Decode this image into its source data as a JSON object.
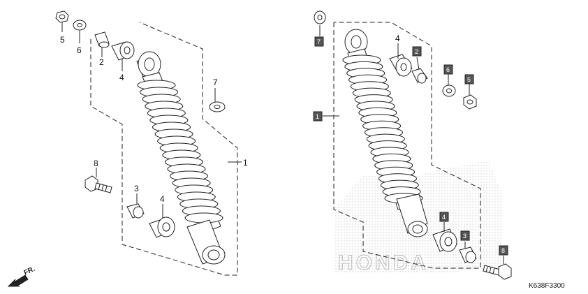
{
  "diagram": {
    "left_group": {
      "callouts": [
        {
          "id": "5",
          "text": "5"
        },
        {
          "id": "6",
          "text": "6"
        },
        {
          "id": "2",
          "text": "2"
        },
        {
          "id": "4a",
          "text": "4"
        },
        {
          "id": "7",
          "text": "7"
        },
        {
          "id": "1",
          "text": "1"
        },
        {
          "id": "8",
          "text": "8"
        },
        {
          "id": "3",
          "text": "3"
        },
        {
          "id": "4b",
          "text": "4"
        }
      ]
    },
    "right_group": {
      "callouts": [
        {
          "id": "7",
          "text": "7"
        },
        {
          "id": "4a",
          "text": "4"
        },
        {
          "id": "2",
          "text": "2"
        },
        {
          "id": "6",
          "text": "6"
        },
        {
          "id": "5",
          "text": "5"
        },
        {
          "id": "1",
          "text": "1"
        },
        {
          "id": "4b",
          "text": "4"
        },
        {
          "id": "3",
          "text": "3"
        },
        {
          "id": "8",
          "text": "8"
        }
      ]
    },
    "front_indicator": "FR.",
    "watermark": "HONDA",
    "figure_code": "K638F3300",
    "colors": {
      "line": "#222222",
      "callout_box": "#555555",
      "callout_text": "#ffffff",
      "watermark": "#bbbbbb"
    }
  }
}
